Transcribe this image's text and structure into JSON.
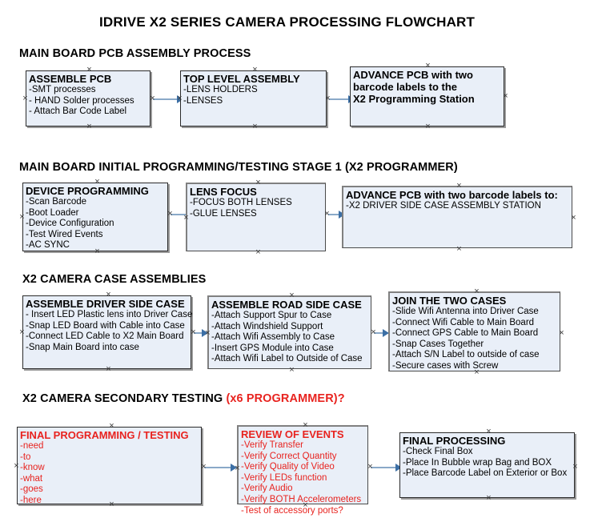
{
  "document": {
    "title": "IDRIVE X2  SERIES CAMERA PROCESSING FLOWCHART"
  },
  "sections": [
    {
      "id": "main-board-pcb-assembly",
      "heading": "MAIN BOARD PCB ASSEMBLY PROCESS",
      "heading_accent": "",
      "boxes": [
        {
          "id": "assemble-pcb",
          "header": "ASSEMBLE PCB",
          "items": [
            "-SMT processes",
            "- HAND Solder processes",
            "- Attach Bar Code Label"
          ]
        },
        {
          "id": "top-level-assembly",
          "header": "TOP LEVEL ASSEMBLY",
          "items": [
            "-LENS HOLDERS",
            "-LENSES"
          ]
        },
        {
          "id": "advance-pcb-programming-station",
          "header": "ADVANCE PCB with two",
          "header2": "barcode labels to the",
          "header3": " X2 Programming Station",
          "items": []
        }
      ]
    },
    {
      "id": "main-board-initial-programming",
      "heading": "MAIN BOARD INITIAL PROGRAMMING/TESTING STAGE 1 (X2 PROGRAMMER)",
      "heading_accent": "",
      "boxes": [
        {
          "id": "device-programming",
          "header": "DEVICE PROGRAMMING",
          "items": [
            "-Scan Barcode",
            "-Boot Loader",
            "-Device Configuration",
            "-Test Wired Events",
            "-AC SYNC"
          ]
        },
        {
          "id": "lens-focus",
          "header": "LENS FOCUS",
          "items": [
            "-FOCUS BOTH LENSES",
            "-GLUE LENSES"
          ]
        },
        {
          "id": "advance-pcb-driver-side",
          "header": "ADVANCE PCB with two barcode labels to:",
          "items": [
            "-X2 DRIVER  SIDE  CASE  ASSEMBLY STATION"
          ]
        }
      ]
    },
    {
      "id": "x2-camera-case-assemblies",
      "heading": "X2 CAMERA CASE ASSEMBLIES",
      "heading_accent": "",
      "boxes": [
        {
          "id": "assemble-driver-side-case",
          "header": "ASSEMBLE DRIVER SIDE CASE",
          "items": [
            "- Insert LED Plastic lens into Driver Case",
            "-Snap LED Board with Cable into Case",
            "-Connect LED Cable to X2 Main Board",
            "-Snap Main Board into case"
          ]
        },
        {
          "id": "assemble-road-side-case",
          "header": "ASSEMBLE ROAD SIDE CASE",
          "items": [
            "-Attach Support Spur to Case",
            "-Attach Windshield Support",
            "-Attach Wifi Assembly to Case",
            "-Insert GPS Module into Case",
            "-Attach Wifi Label to Outside of Case"
          ]
        },
        {
          "id": "join-the-two-cases",
          "header": "JOIN THE TWO CASES",
          "items": [
            "-Slide Wifi Antenna into Driver Case",
            "-Connect Wifi Cable to Main Board",
            "-Connect GPS Cable to Main Board",
            "-Snap Cases Together",
            "-Attach S/N Label to outside of case",
            "-Secure cases with Screw"
          ]
        }
      ]
    },
    {
      "id": "x2-camera-secondary-testing",
      "heading": "X2 CAMERA SECONDARY TESTING ",
      "heading_accent": "(x6 PROGRAMMER)?",
      "boxes": [
        {
          "id": "final-programming-testing",
          "header": "FINAL PROGRAMMING / TESTING",
          "items": [
            "-need",
            "-to",
            "-know",
            "-what",
            "-goes",
            "-here"
          ]
        },
        {
          "id": "review-of-events",
          "header": "REVIEW OF EVENTS",
          "items": [
            "-Verify Transfer",
            "-Verify Correct Quantity",
            "-Verify Quality of Video",
            "-Verify LEDs function",
            "-Verify Audio",
            "-Verify BOTH Accelerometers",
            "-Test of accessory ports?"
          ]
        },
        {
          "id": "final-processing",
          "header": "FINAL PROCESSING",
          "items": [
            " -Check Final Box",
            "-Place In Bubble wrap Bag and BOX",
            "-Place Barcode Label on Exterior or Box"
          ]
        }
      ]
    }
  ],
  "colors": {
    "box_fill": "#e9eff8",
    "box_border": "#2b2b2b",
    "connector": "#8aa9c8",
    "arrow": "#3c6fa5",
    "accent_red": "#e8231f",
    "text": "#000000"
  }
}
